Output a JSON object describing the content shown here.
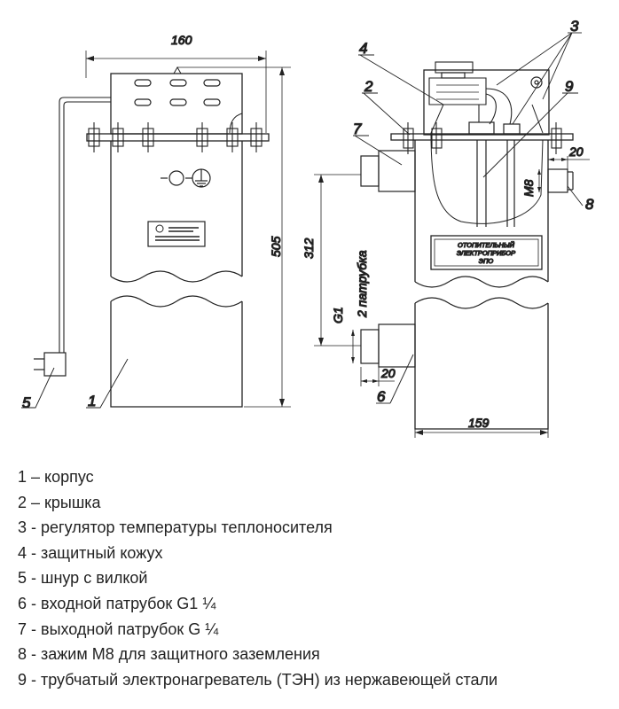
{
  "drawing": {
    "dimensions": {
      "width_left": "160",
      "height_total": "505",
      "width_right": "159",
      "pipe_spacing": "312",
      "offset_top": "20",
      "offset_bottom": "20",
      "outlet_label": "G1",
      "outlet_note": "2 патрубка",
      "thread_label": "M8"
    },
    "callouts": {
      "c1": "1",
      "c2": "2",
      "c3": "3",
      "c4": "4",
      "c5": "5",
      "c6": "6",
      "c7": "7",
      "c8": "8",
      "c9": "9"
    },
    "nameplate": {
      "line1": "ОТОПИТЕЛЬНЫЙ",
      "line2": "ЭЛЕКТРОПРИБОР",
      "line3": "ЭПО"
    }
  },
  "legend": [
    "1 – корпус",
    "2 – крышка",
    "3 - регулятор температуры теплоносителя",
    "4 - защитный кожух",
    "5 - шнур с вилкой",
    "6 - входной патрубок G1 ¼",
    "7 - выходной патрубок G ¼",
    "8 - зажим М8 для защитного заземления",
    "9 - трубчатый электронагреватель (ТЭН) из нержавеющей стали"
  ]
}
